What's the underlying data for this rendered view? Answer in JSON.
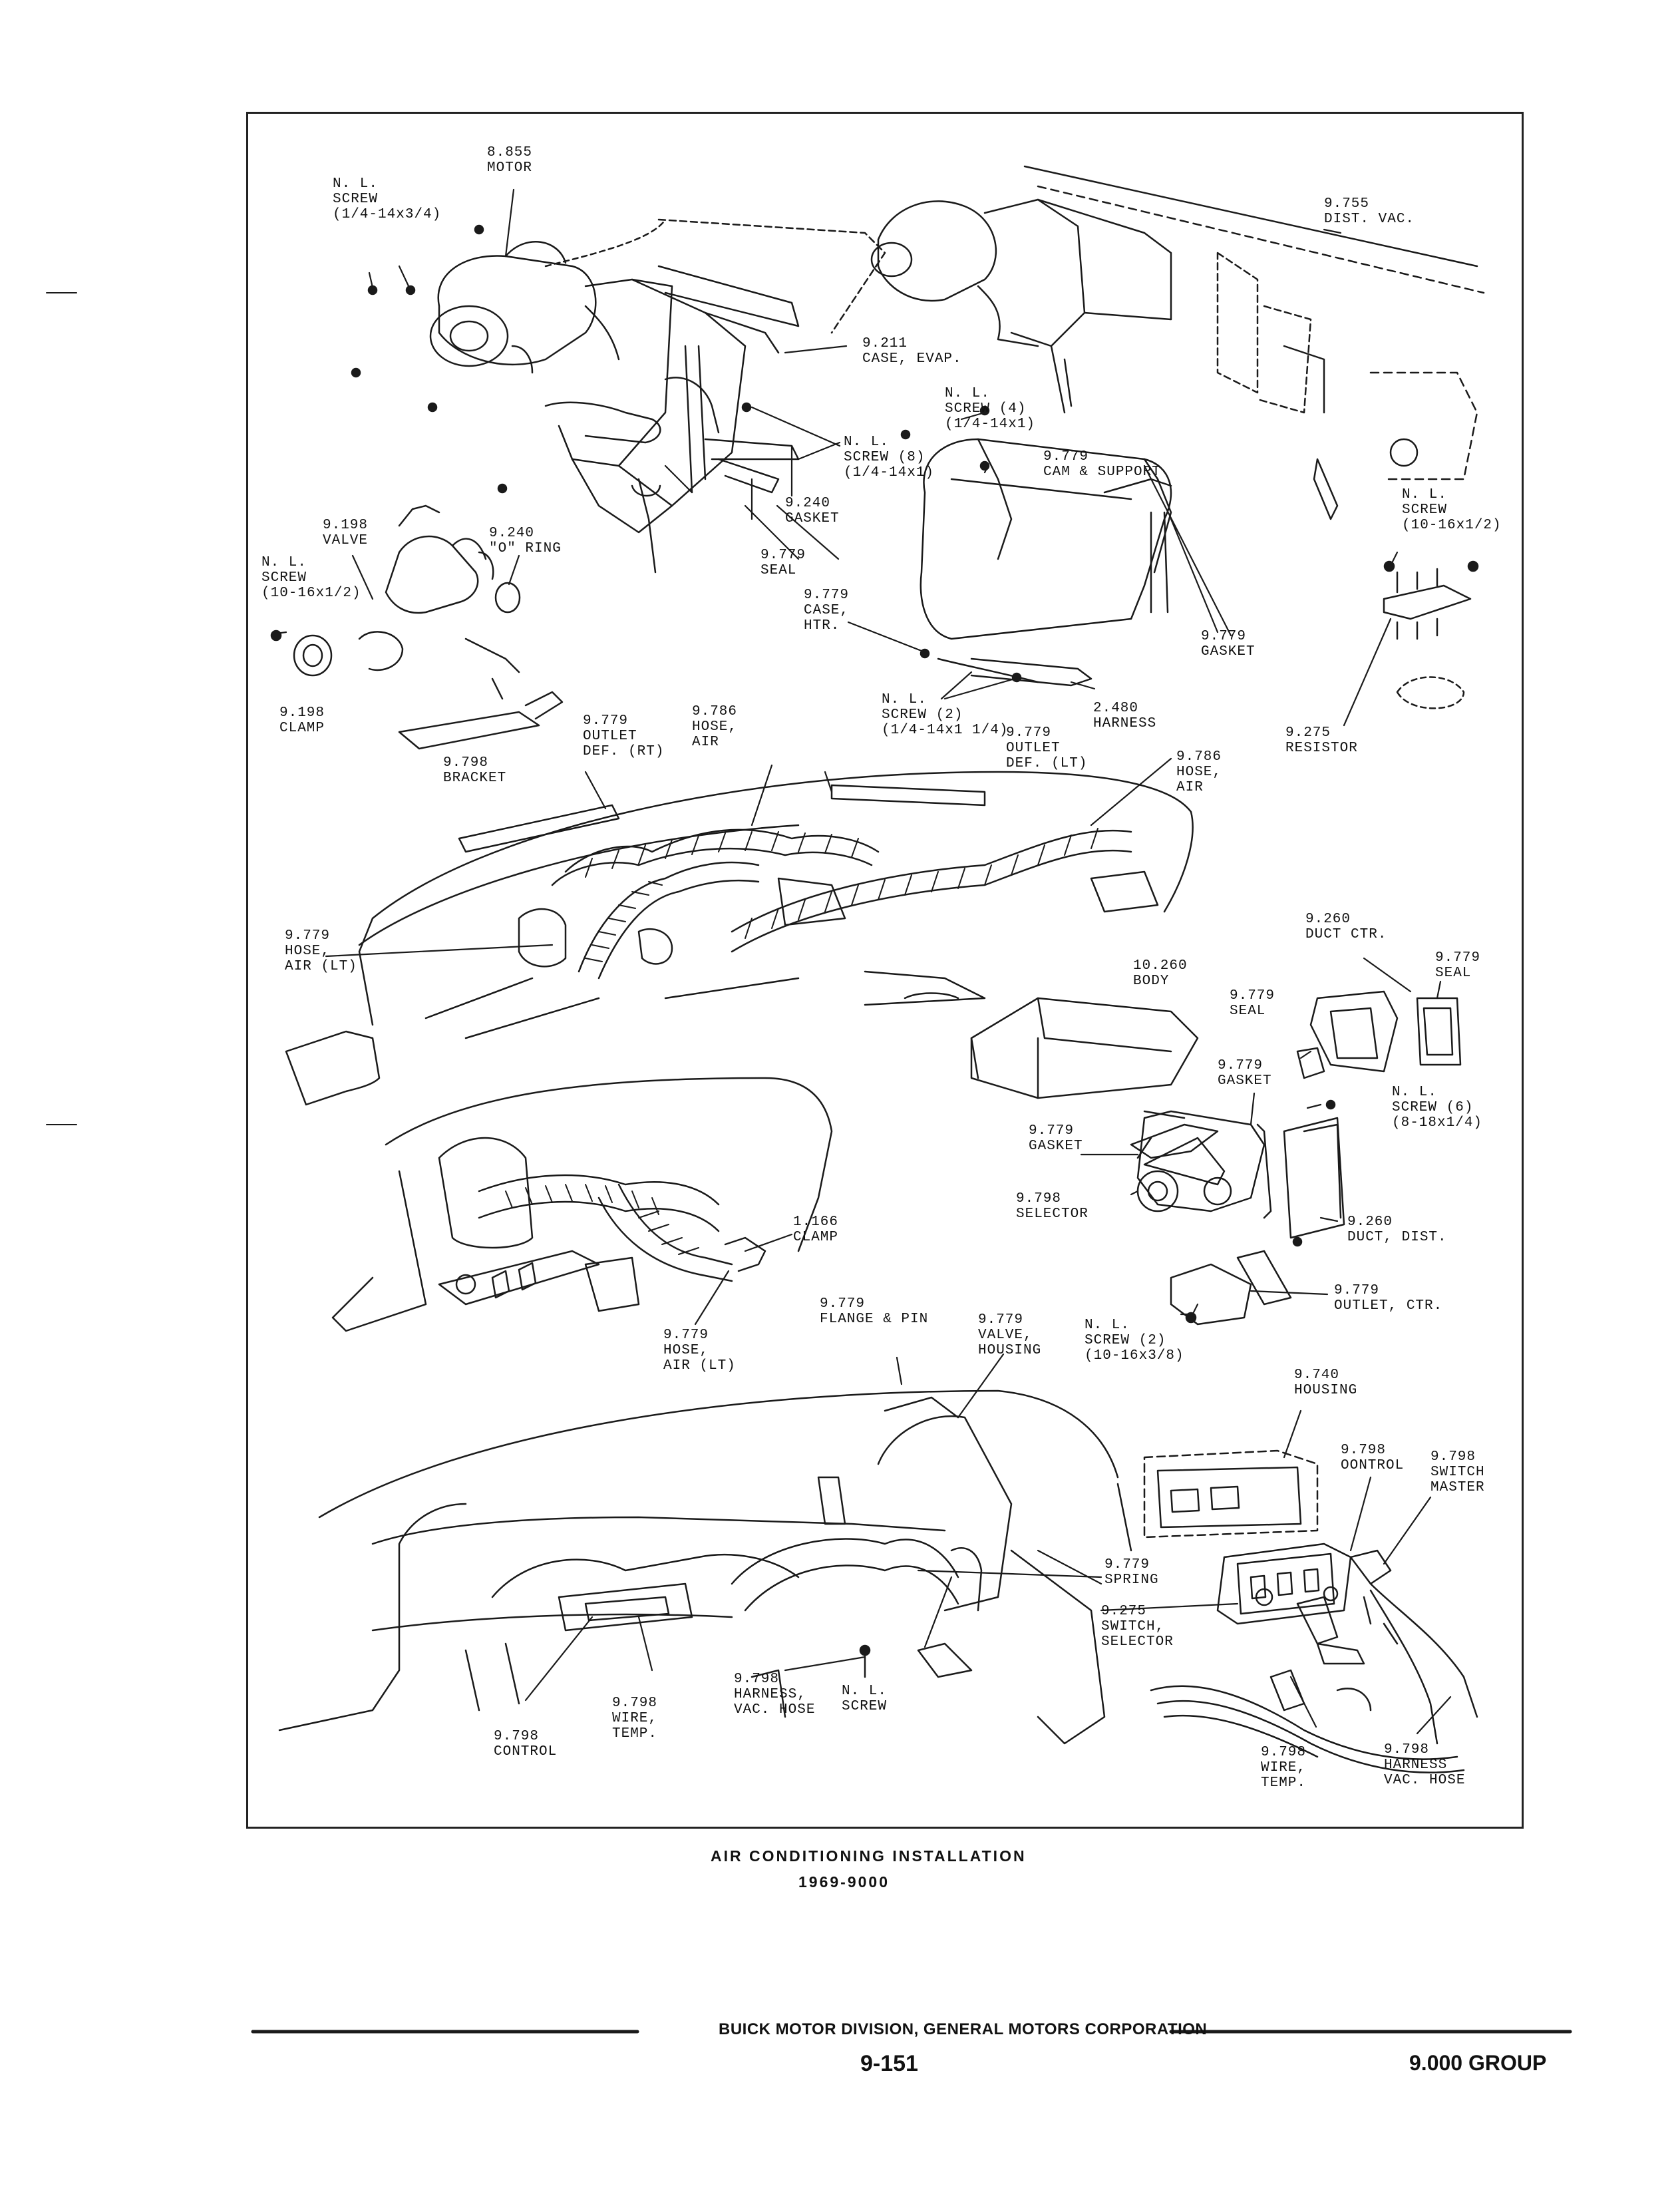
{
  "figure": {
    "caption_title": "AIR CONDITIONING INSTALLATION",
    "caption_model": "1969-9000"
  },
  "footer": {
    "division": "BUICK MOTOR DIVISION, GENERAL MOTORS CORPORATION",
    "page_number": "9-151",
    "group": "9.000 GROUP"
  },
  "callouts": {
    "motor": [
      "8.855",
      "MOTOR"
    ],
    "screw_top_left": [
      "N. L.",
      "SCREW",
      "(1/4-14x3/4)"
    ],
    "case_evap": [
      "9.211",
      "CASE, EVAP."
    ],
    "screw_8": [
      "N. L.",
      "SCREW (8)",
      "(1/4-14x1)"
    ],
    "gasket_9240": [
      "9.240",
      "GASKET"
    ],
    "valve_9198": [
      "9.198",
      "VALVE"
    ],
    "o_ring": [
      "9.240",
      "\"O\" RING"
    ],
    "seal_9779": [
      "9.779",
      "SEAL"
    ],
    "screw_10_16_left": [
      "N. L.",
      "SCREW",
      "(10-16x1/2)"
    ],
    "clamp_9198": [
      "9.198",
      "CLAMP"
    ],
    "bracket_9798": [
      "9.798",
      "BRACKET"
    ],
    "dist_vac": [
      "9.755",
      "DIST. VAC."
    ],
    "screw_4": [
      "N. L.",
      "SCREW (4)",
      "(1/4-14x1)"
    ],
    "cam_support": [
      "9.779",
      "CAM & SUPPORT"
    ],
    "screw_10_16_right": [
      "N. L.",
      "SCREW",
      "(10-16x1/2)"
    ],
    "case_htr": [
      "9.779",
      "CASE,",
      "HTR."
    ],
    "gasket_htr": [
      "9.779",
      "GASKET"
    ],
    "screw_2_upper": [
      "N. L.",
      "SCREW (2)",
      "(1/4-14x1 1/4)"
    ],
    "harness_2480": [
      "2.480",
      "HARNESS"
    ],
    "resistor": [
      "9.275",
      "RESISTOR"
    ],
    "outlet_def_rt": [
      "9.779",
      "OUTLET",
      "DEF. (RT)"
    ],
    "hose_air_upper": [
      "9.786",
      "HOSE,",
      "AIR"
    ],
    "outlet_def_lt": [
      "9.779",
      "OUTLET",
      "DEF. (LT)"
    ],
    "hose_air_right": [
      "9.786",
      "HOSE,",
      "AIR"
    ],
    "hose_air_lt_1": [
      "9.779",
      "HOSE,",
      "AIR (LT)"
    ],
    "duct_ctr": [
      "9.260",
      "DUCT CTR."
    ],
    "seal_right": [
      "9.779",
      "SEAL"
    ],
    "body_10260": [
      "10.260",
      "BODY"
    ],
    "seal_mid": [
      "9.779",
      "SEAL"
    ],
    "gasket_mid_right": [
      "9.779",
      "GASKET"
    ],
    "screw_6": [
      "N. L.",
      "SCREW (6)",
      "(8-18x1/4)"
    ],
    "gasket_selector": [
      "9.779",
      "GASKET"
    ],
    "selector_9798": [
      "9.798",
      "SELECTOR"
    ],
    "duct_dist": [
      "9.260",
      "DUCT, DIST."
    ],
    "clamp_1166": [
      "1.166",
      "CLAMP"
    ],
    "outlet_ctr": [
      "9.779",
      "OUTLET, CTR."
    ],
    "hose_air_lt_2": [
      "9.779",
      "HOSE,",
      "AIR (LT)"
    ],
    "flange_pin": [
      "9.779",
      "FLANGE & PIN"
    ],
    "valve_housing": [
      "9.779",
      "VALVE,",
      "HOUSING"
    ],
    "screw_2_lower": [
      "N. L.",
      "SCREW (2)",
      "(10-16x3/8)"
    ],
    "housing_9740": [
      "9.740",
      "HOUSING"
    ],
    "control_right": [
      "9.798",
      "OONTROL"
    ],
    "switch_master": [
      "9.798",
      "SWITCH",
      "MASTER"
    ],
    "spring": [
      "9.779",
      "SPRING"
    ],
    "switch_selector": [
      "9.275",
      "SWITCH,",
      "SELECTOR"
    ],
    "harness_vac_hose_mid": [
      "9.798",
      "HARNESS,",
      "VAC. HOSE"
    ],
    "screw_nl_lower": [
      "N. L.",
      "SCREW"
    ],
    "wire_temp_mid": [
      "9.798",
      "WIRE,",
      "TEMP."
    ],
    "control_left": [
      "9.798",
      "CONTROL"
    ],
    "wire_temp_right": [
      "9.798",
      "WIRE,",
      "TEMP."
    ],
    "harness_vac_hose_right": [
      "9.798",
      "HARNESS",
      "VAC. HOSE"
    ]
  }
}
